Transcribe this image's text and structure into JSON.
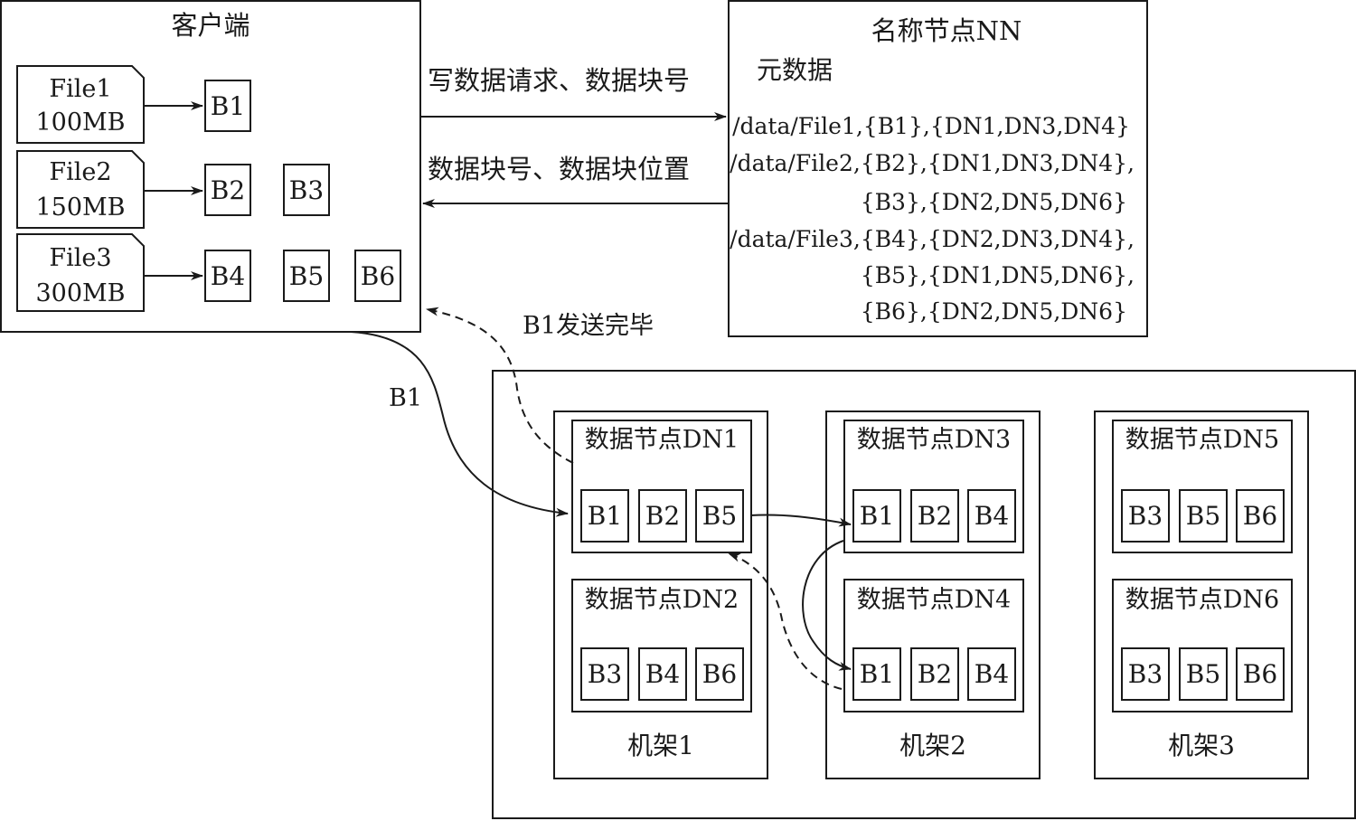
{
  "client": {
    "title": "客户端",
    "files": [
      {
        "name": "File1",
        "size": "100MB"
      },
      {
        "name": "File2",
        "size": "150MB"
      },
      {
        "name": "File3",
        "size": "300MB"
      }
    ],
    "blocks": [
      "B1",
      "B2",
      "B3",
      "B4",
      "B5",
      "B6"
    ]
  },
  "namenode": {
    "title": "名称节点NN",
    "metadata_label": "元数据",
    "lines": [
      "/data/File1,{B1},{DN1,DN3,DN4}",
      "/data/File2,{B2},{DN1,DN3,DN4},",
      "{B3},{DN2,DN5,DN6}",
      "/data/File3,{B4},{DN2,DN3,DN4},",
      "{B5},{DN1,DN5,DN6},",
      "{B6},{DN2,DN5,DN6}"
    ]
  },
  "arrows": {
    "write_request": "写数据请求、数据块号",
    "response": "数据块号、数据块位置",
    "b1_done": "B1发送完毕",
    "b1_send": "B1"
  },
  "racks": [
    {
      "label": "机架1",
      "nodes": [
        {
          "title": "数据节点DN1",
          "blocks": [
            "B1",
            "B2",
            "B5"
          ]
        },
        {
          "title": "数据节点DN2",
          "blocks": [
            "B3",
            "B4",
            "B6"
          ]
        }
      ]
    },
    {
      "label": "机架2",
      "nodes": [
        {
          "title": "数据节点DN3",
          "blocks": [
            "B1",
            "B2",
            "B4"
          ]
        },
        {
          "title": "数据节点DN4",
          "blocks": [
            "B1",
            "B2",
            "B4"
          ]
        }
      ]
    },
    {
      "label": "机架3",
      "nodes": [
        {
          "title": "数据节点DN5",
          "blocks": [
            "B3",
            "B5",
            "B6"
          ]
        },
        {
          "title": "数据节点DN6",
          "blocks": [
            "B3",
            "B5",
            "B6"
          ]
        }
      ]
    }
  ]
}
